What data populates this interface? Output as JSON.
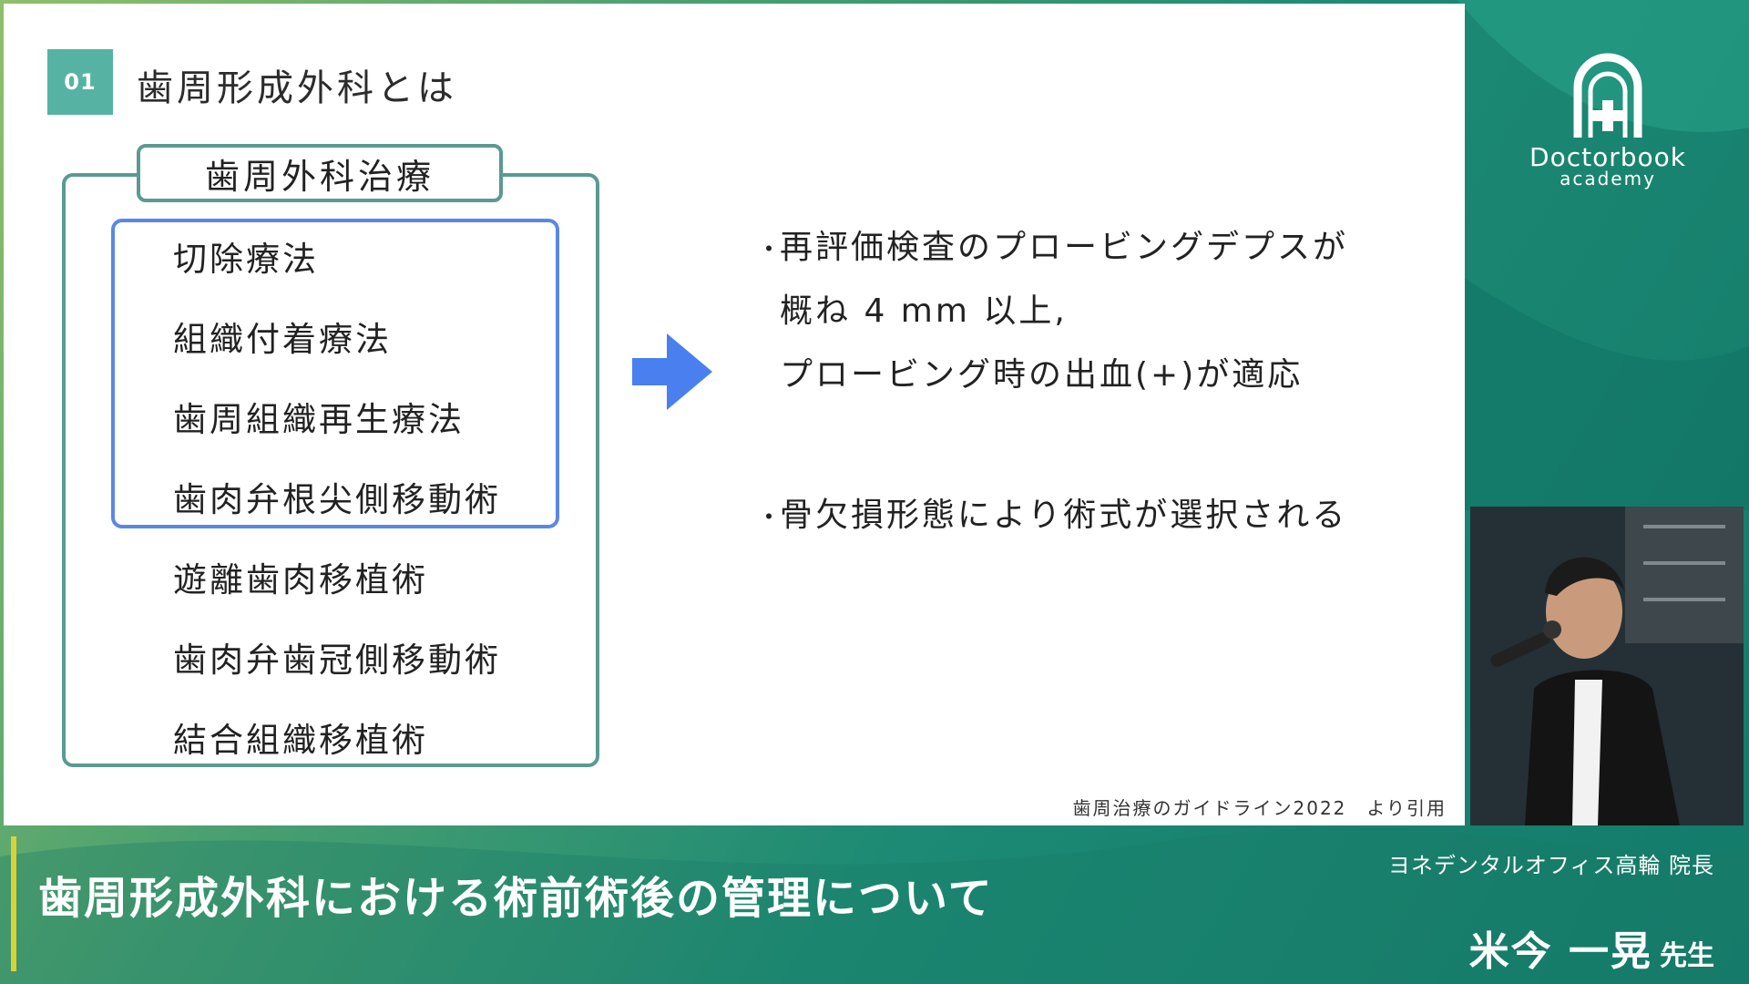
{
  "slide": {
    "section_number": "01",
    "section_title": "歯周形成外科とは",
    "category_label": "歯周外科治療",
    "highlighted_procedures": [
      "切除療法",
      "組織付着療法",
      "歯周組織再生療法",
      "歯肉弁根尖側移動術"
    ],
    "other_procedures": [
      "遊離歯肉移植術",
      "歯肉弁歯冠側移動術",
      "結合組織移植術"
    ],
    "bullets": [
      {
        "lines": [
          "再評価検査のプロービングデプスが",
          "概ね 4 mm 以上,",
          "プロービング時の出血(+)が適応"
        ]
      },
      {
        "lines": [
          "骨欠損形態により術式が選択される"
        ]
      }
    ],
    "bullet_marker": "・",
    "citation": "歯周治療のガイドライン2022　より引用"
  },
  "brand": {
    "name": "Doctorbook",
    "sub": "academy"
  },
  "lower_third": {
    "lecture_title": "歯周形成外科における術前術後の管理について",
    "affiliation": "ヨネデンタルオフィス高輪 院長",
    "speaker_name": "米今 一晃",
    "speaker_suffix": "先生"
  },
  "colors": {
    "accent_teal": "#56b3a3",
    "box_teal": "#5a9a90",
    "highlight_blue": "#5b87e6",
    "arrow_blue": "#4a7ff0",
    "accent_yellow": "#d7d23a"
  }
}
